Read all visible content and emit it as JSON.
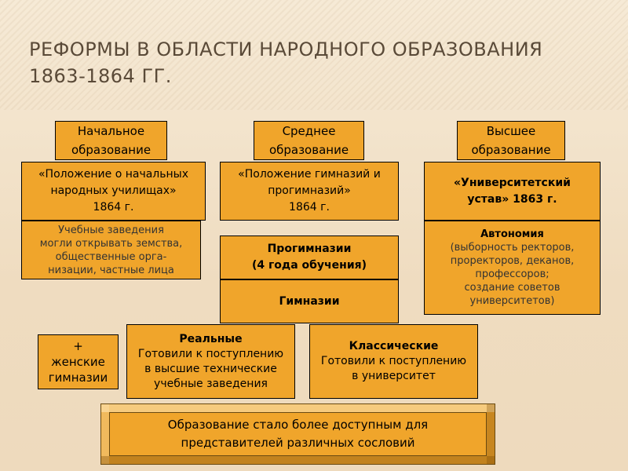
{
  "title": {
    "line1": "Реформы в области народного образования",
    "line2": "1863-1864 гг."
  },
  "primary": {
    "header": [
      "Начальное",
      "образование"
    ],
    "regulation": [
      "«Положение о начальных",
      "народных училищах»",
      "1864 г."
    ],
    "details": [
      "Учебные заведения",
      "могли открывать земства,",
      "общественные орга-",
      "низации, частные лица"
    ]
  },
  "secondary": {
    "header": [
      "Среднее",
      "образование"
    ],
    "regulation": [
      "«Положение гимназий и",
      "прогимназий»",
      "1864 г."
    ],
    "progymnasium": [
      "Прогимназии",
      "(4 года обучения)"
    ],
    "gymnasium": "Гимназии"
  },
  "higher": {
    "header": [
      "Высшее",
      "образование"
    ],
    "regulation": [
      "«Университетский",
      "устав» 1863 г."
    ],
    "autonomy_title": "Автономия",
    "autonomy_details": [
      "(выборность ректоров,",
      "проректоров, деканов,",
      "профессоров;",
      "создание советов",
      "университетов)"
    ]
  },
  "women": [
    "+",
    "женские",
    "гимназии"
  ],
  "real": {
    "title": "Реальные",
    "details": [
      "Готовили к поступлению",
      "в высшие технические",
      "учебные заведения"
    ]
  },
  "classical": {
    "title": "Классические",
    "details": [
      "Готовили к поступлению",
      "в университет"
    ]
  },
  "conclusion": [
    "Образование стало более доступным для",
    "представителей различных сословий"
  ]
}
